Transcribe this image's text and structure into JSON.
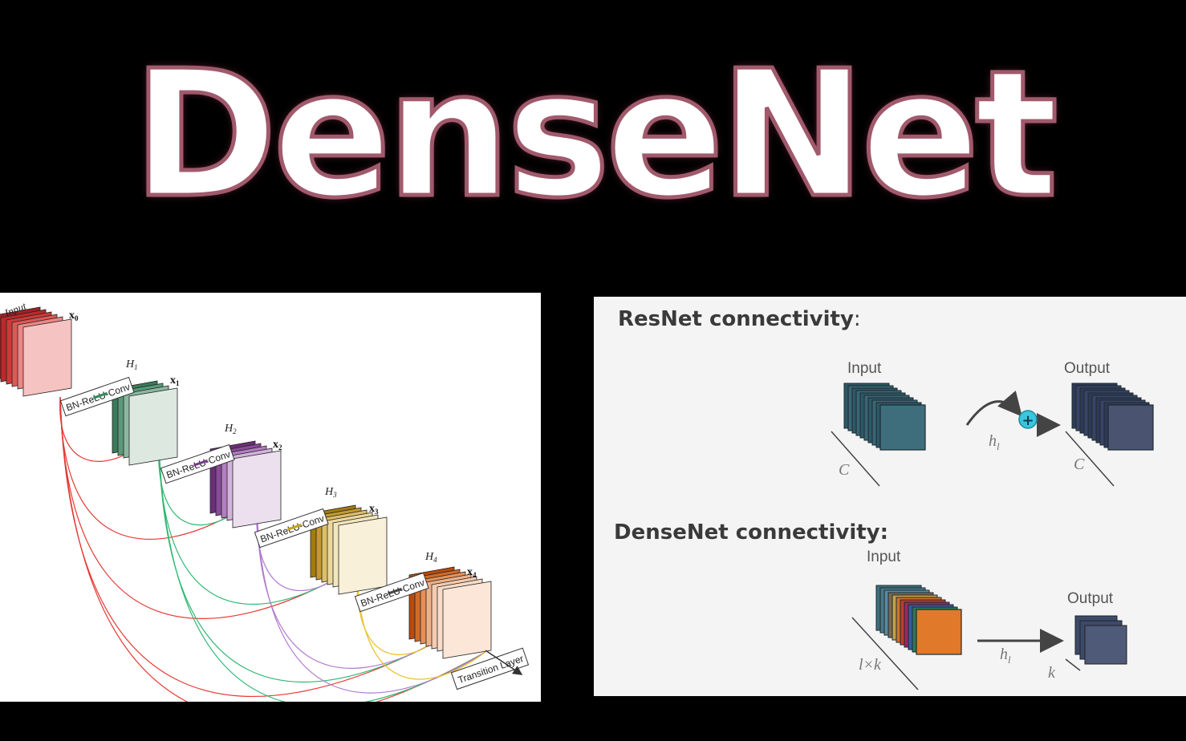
{
  "title": "DenseNet",
  "dense_block": {
    "input_label": "Input",
    "x_labels": [
      {
        "main": "x",
        "sub": "0"
      },
      {
        "main": "x",
        "sub": "1"
      },
      {
        "main": "x",
        "sub": "2"
      },
      {
        "main": "x",
        "sub": "3"
      },
      {
        "main": "x",
        "sub": "4"
      }
    ],
    "h_labels": [
      {
        "main": "H",
        "sub": "1"
      },
      {
        "main": "H",
        "sub": "2"
      },
      {
        "main": "H",
        "sub": "3"
      },
      {
        "main": "H",
        "sub": "4"
      }
    ],
    "conv_label": "BN-ReLU-Conv",
    "transition_label": "Transition Layer",
    "colors": {
      "red": "#e53935",
      "green": "#2eb872",
      "purple": "#b07acc",
      "yellow": "#e8c020"
    }
  },
  "connectivity": {
    "resnet_heading": "ResNet connectivity",
    "resnet_colon": ":",
    "resnet_input": "Input",
    "resnet_output": "Output",
    "resnet_c_left": "C",
    "resnet_c_right": "C",
    "resnet_h": "h",
    "resnet_h_sub": "l",
    "plus": "+",
    "densenet_heading": "DenseNet connectivity:",
    "densenet_input": "Input",
    "densenet_output": "Output",
    "densenet_lk": "l×k",
    "densenet_k": "k",
    "densenet_h": "h",
    "densenet_h_sub": "l",
    "colors": {
      "teal": "#3e6e7c",
      "slate": "#4a5470",
      "plus_circle": "#3ac6dc"
    }
  }
}
